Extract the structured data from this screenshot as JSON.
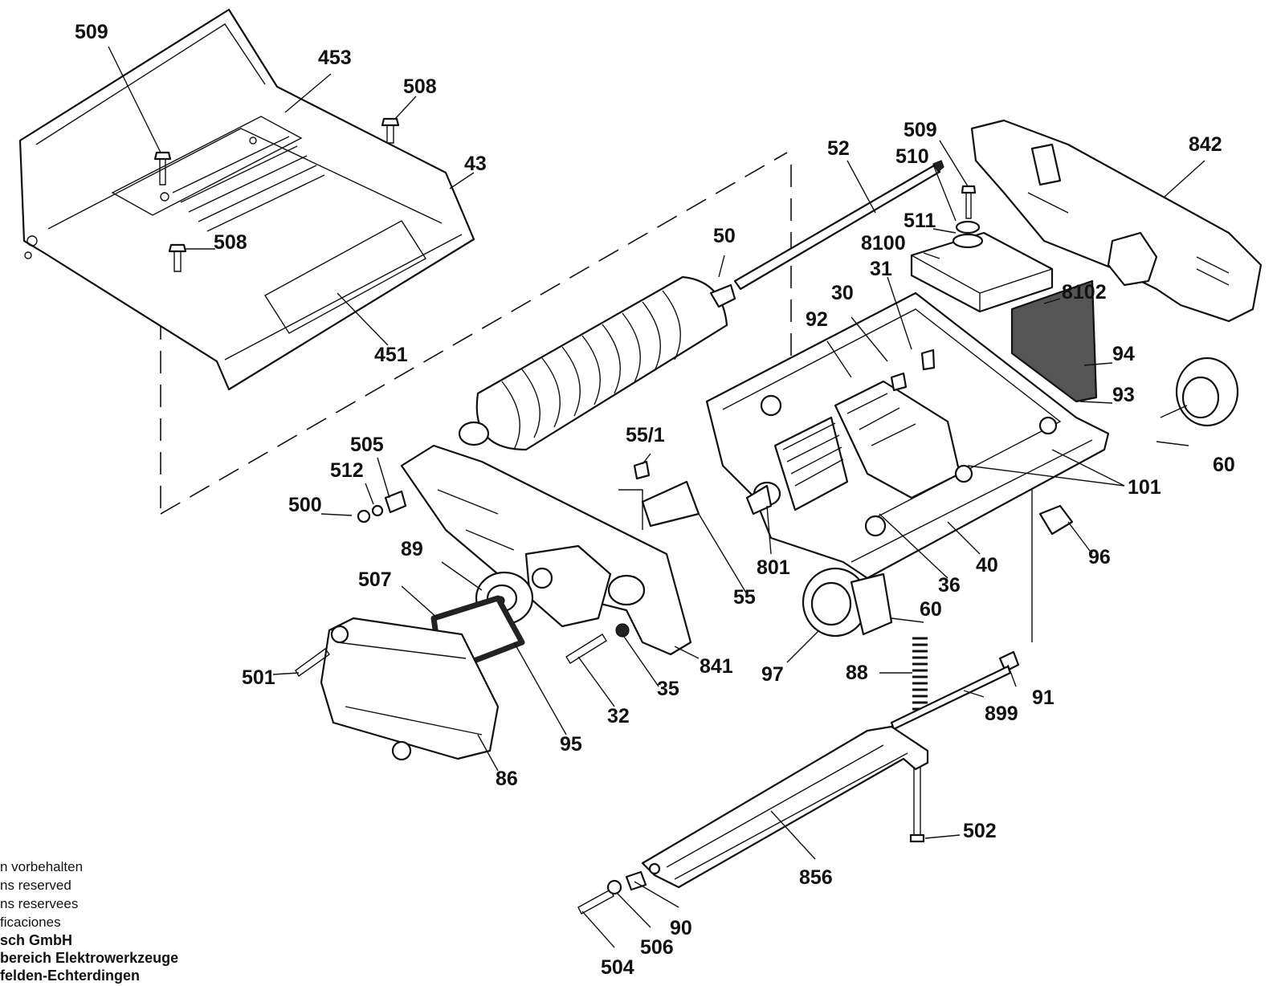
{
  "part_numbers": [
    "509",
    "453",
    "508",
    "43",
    "508",
    "451",
    "52",
    "509",
    "510",
    "511",
    "8100",
    "31",
    "30",
    "92",
    "8102",
    "842",
    "94",
    "93",
    "60",
    "50",
    "505",
    "512",
    "500",
    "55/1",
    "101",
    "89",
    "507",
    "801",
    "55",
    "40",
    "96",
    "36",
    "60",
    "97",
    "88",
    "91",
    "501",
    "32",
    "35",
    "841",
    "899",
    "95",
    "86",
    "502",
    "856",
    "90",
    "506",
    "504"
  ],
  "footer_notes": {
    "lines": [
      "n vorbehalten",
      "ns reserved",
      "ns reservees",
      "ficaciones"
    ],
    "company": [
      "sch GmbH",
      "bereich Elektrowerkzeuge",
      "felden-Echterdingen"
    ]
  }
}
